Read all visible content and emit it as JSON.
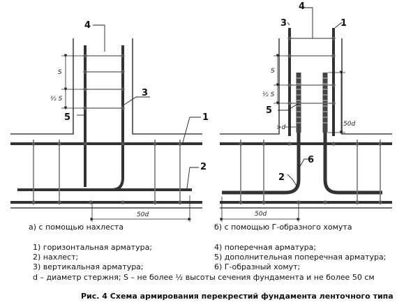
{
  "diagram_left": {
    "labels": {
      "l4": "4",
      "l3": "3",
      "l5": "5",
      "l1": "1",
      "l2": "2"
    },
    "dims": {
      "s": "S",
      "half_s": "½ S",
      "fifty_d": "50d"
    }
  },
  "diagram_right": {
    "labels": {
      "l4": "4",
      "l3": "3",
      "l1": "1",
      "l5": "5",
      "l6": "6",
      "l2": "2"
    },
    "dims": {
      "s": "S",
      "half_s": "½ S",
      "fifty_d_vert": "50d",
      "fifty_d": "50d",
      "d_mark": ">d"
    }
  },
  "captions": {
    "left": "а) с помощью нахлеста",
    "right": "б) с помощью Г-образного хомута"
  },
  "legend": {
    "col1": [
      "1) горизонтальная арматура;",
      "2) нахлест;",
      "3) вертикальная арматура;"
    ],
    "col2": [
      "4) поперечная арматура;",
      "5) дополнительная поперечная арматура;",
      "6) Г-образный хомут;"
    ],
    "note": "d – диаметр стержня; S – не более ½ высоты сечения фундамента и не более 50 см"
  },
  "figure_title": "Рис. 4 Схема армирования перекрестий фундамента ленточного типа"
}
